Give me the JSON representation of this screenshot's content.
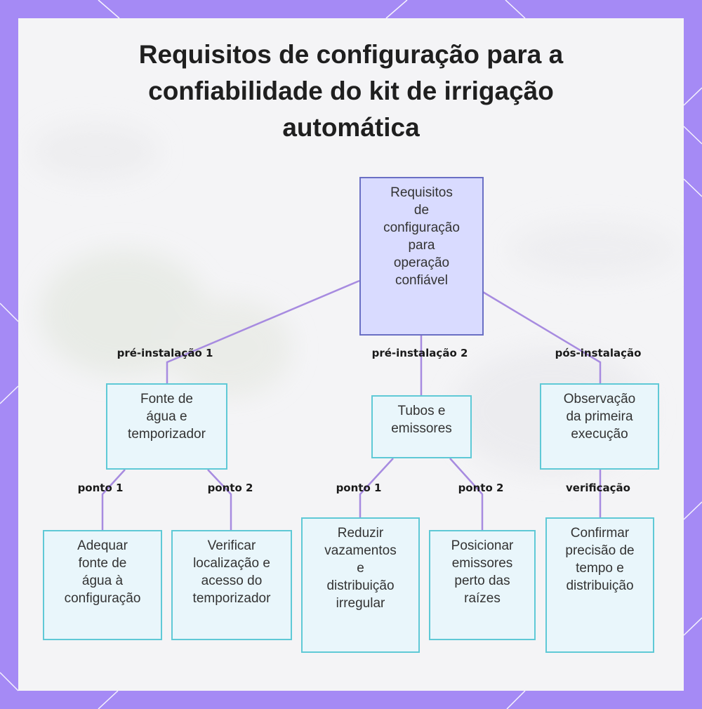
{
  "title": [
    "Requisitos de configuração para a",
    "confiabilidade do kit de irrigação",
    "automática"
  ],
  "colors": {
    "frame": "#a58af5",
    "card": "#f4f4f6",
    "edge": "#a78be0",
    "root_fill": "#d9dbff",
    "root_border": "#6a6fc4",
    "child_fill": "#e9f6fb",
    "child_border": "#5fc9d6"
  },
  "nodes": {
    "root": "Requisitos\nde\nconfiguração\npara\noperação\nconfiável",
    "water": "Fonte de\nágua e\ntemporizador",
    "tubes": "Tubos e\nemissores",
    "observe": "Observação\nda primeira\nexecução",
    "adequar": "Adequar\nfonte de\nágua à\nconfiguração",
    "verificar": "Verificar\nlocalização e\nacesso do\ntemporizador",
    "reduzir": "Reduzir\nvazamentos\ne\ndistribuição\nirregular",
    "posicionar": "Posicionar\nemissores\nperto das\nraízes",
    "confirmar": "Confirmar\nprecisão de\ntempo e\ndistribuição"
  },
  "edge_labels": {
    "pre1": "pré-instalação 1",
    "pre2": "pré-instalação 2",
    "pos": "pós-instalação",
    "water_p1": "ponto 1",
    "water_p2": "ponto 2",
    "tubes_p1": "ponto 1",
    "tubes_p2": "ponto 2",
    "verif": "verificação"
  }
}
